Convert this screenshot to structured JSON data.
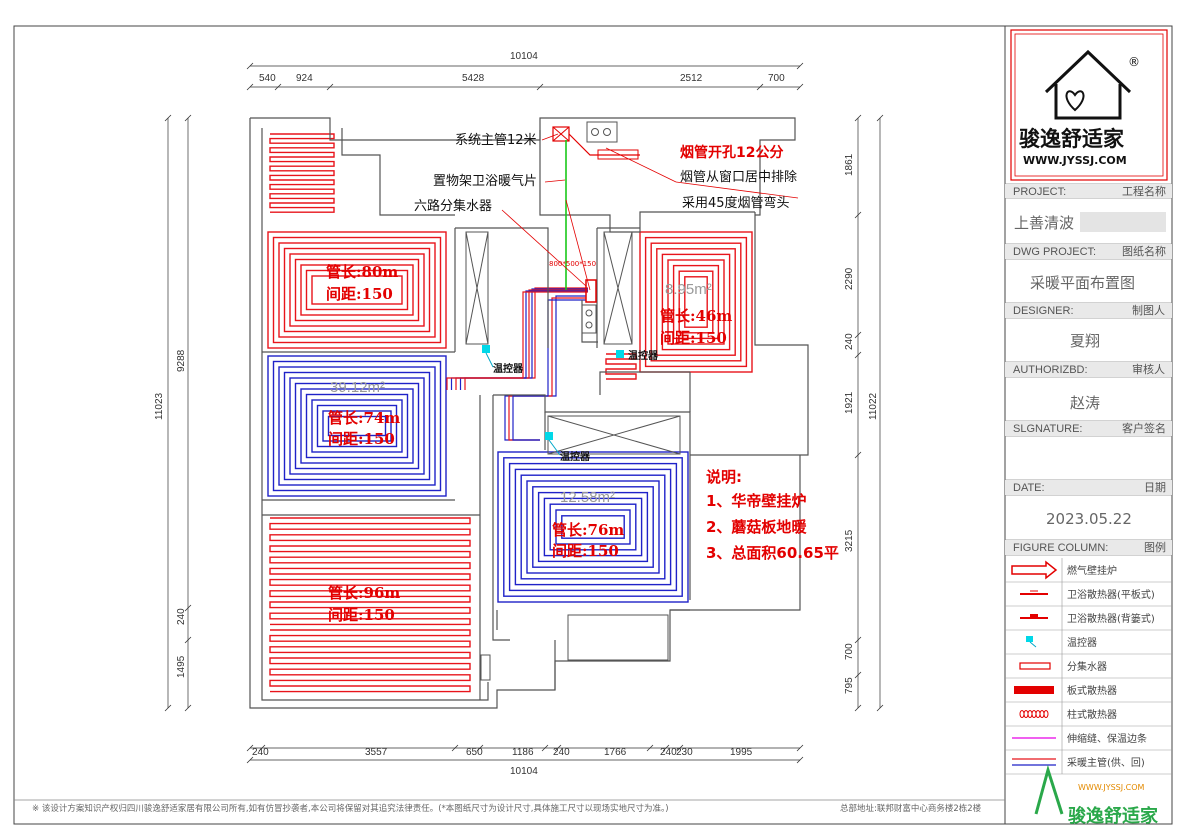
{
  "dimensions": {
    "top_total": "10104",
    "top_segments": [
      "540",
      "924",
      "5428",
      "2512",
      "700"
    ],
    "bottom_total": "10104",
    "bottom_segments": [
      "240",
      "3557",
      "650",
      "1186",
      "240",
      "1766",
      "240",
      "230",
      "1995"
    ],
    "left_outer": "11023",
    "left_inner": "9288",
    "left_small": "240",
    "left_bottom": "1495",
    "right_outer": "11022",
    "right_segments": [
      "1861",
      "2290",
      "240",
      "1921",
      "3215",
      "700",
      "795"
    ]
  },
  "callouts": {
    "main_pipe": "系统主管12米",
    "shelf_radiator": "置物架卫浴暖气片",
    "manifold": "六路分集水器",
    "flue_hole": "烟管开孔12公分",
    "flue_exit": "烟管从窗口居中排除",
    "flue_elbow": "采用45度烟管弯头",
    "small_size": "800*500*150"
  },
  "zones": [
    {
      "length": "管长:80m",
      "spacing": "间距:150",
      "area": ""
    },
    {
      "length": "管长:74m",
      "spacing": "间距:150",
      "area": "39.12m²"
    },
    {
      "length": "管长:96m",
      "spacing": "间距:150",
      "area": ""
    },
    {
      "length": "管长:76m",
      "spacing": "间距:150",
      "area": "12.58m²"
    },
    {
      "length": "管长:46m",
      "spacing": "间距:150",
      "area": "8.95m²"
    }
  ],
  "thermostats": [
    "温控器",
    "温控器",
    "温控器"
  ],
  "notes": {
    "title": "说明:",
    "items": [
      "1、华帝壁挂炉",
      "2、蘑菇板地暖",
      "3、总面积60.65平"
    ]
  },
  "title_block": {
    "logo_url": "WWW.JYSSJ.COM",
    "logo_name": "骏逸舒适家",
    "logo_mark": "®",
    "project_label": "PROJECT:",
    "project_label_cn": "工程名称",
    "project_value": "上善清波",
    "dwg_label": "DWG PROJECT:",
    "dwg_label_cn": "图纸名称",
    "dwg_value": "采暖平面布置图",
    "designer_label": "DESIGNER:",
    "designer_label_cn": "制图人",
    "designer_value": "夏翔",
    "author_label": "AUTHORIZBD:",
    "author_label_cn": "审核人",
    "author_value": "赵涛",
    "signature_label": "SLGNATURE:",
    "signature_label_cn": "客户签名",
    "date_label": "DATE:",
    "date_label_cn": "日期",
    "date_value": "2023.05.22",
    "figure_label": "FIGURE COLUMN:",
    "figure_label_cn": "图例"
  },
  "legend": [
    {
      "label": "燃气壁挂炉",
      "icon": "boiler-icon"
    },
    {
      "label": "卫浴散热器(平板式)",
      "icon": "flat-radiator-icon"
    },
    {
      "label": "卫浴散热器(背篓式)",
      "icon": "basket-radiator-icon"
    },
    {
      "label": "温控器",
      "icon": "thermostat-icon"
    },
    {
      "label": "分集水器",
      "icon": "manifold-icon"
    },
    {
      "label": "板式散热器",
      "icon": "panel-radiator-icon"
    },
    {
      "label": "柱式散热器",
      "icon": "column-radiator-icon"
    },
    {
      "label": "伸缩缝、保温边条",
      "icon": "expansion-joint-icon"
    },
    {
      "label": "采暖主管(供、回)",
      "icon": "main-pipe-icon"
    }
  ],
  "footer": {
    "copyright": "※ 该设计方案知识产权归四川骏逸舒适家居有限公司所有,如有仿冒抄袭者,本公司将保留对其追究法律责任。(*本图纸尺寸为设计尺寸,具体施工尺寸以现场实地尺寸为准。)",
    "address": "总部地址:联邦财富中心商务楼2栋2楼",
    "watermark_url": "WWW.JYSSJ.COM",
    "watermark_name": "骏逸舒适家"
  },
  "colors": {
    "supply": "#e8141b",
    "return": "#1f22c8",
    "wall": "#555555",
    "accent": "#00a7c8"
  }
}
